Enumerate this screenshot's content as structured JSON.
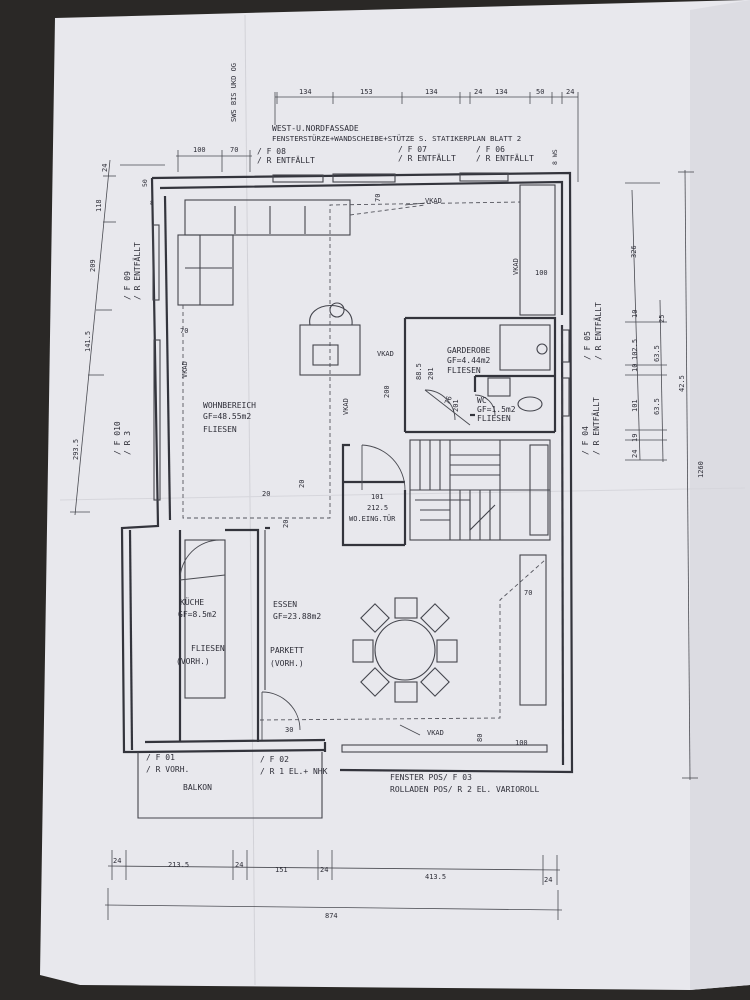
{
  "header": {
    "line1": "WEST-U.NORDFASSADE",
    "line2": "FENSTERSTÜRZE+WANDSCHEIBE+STÜTZE S. STATIKERPLAN BLATT 2"
  },
  "rotated_note": "SWS BIS UKD OG",
  "window_marks": {
    "f08": "/ F 08",
    "f08_sub": "/ R ENTFÄLLT",
    "f07": "/ F 07",
    "f07_sub": "/ R ENTFÄLLT",
    "f06": "/ F 06",
    "f06_sub": "/ R ENTFÄLLT",
    "f09": "/ F 09",
    "f09_sub": "/ R ENTFÄLLT",
    "f010": "/ F 010",
    "f010_sub": "/ R 3",
    "f05": "/ F 05",
    "f05_sub": "/ R ENTFÄLLT",
    "f04": "/ F 04",
    "f04_sub": "/ R ENTFÄLLT",
    "f01": "/ F 01",
    "f01_sub": "/ R VORH.",
    "f02": "/ F 02",
    "f02_sub": "/ R 1 EL.+ NHK"
  },
  "rooms": {
    "wohnbereich": {
      "name": "WOHNBEREICH",
      "area": "GF=48.55m2",
      "floor": "FLIESEN"
    },
    "garderobe": {
      "name": "GARDEROBE",
      "area": "GF=4.44m2",
      "floor": "FLIESEN"
    },
    "wc": {
      "name": "WC",
      "area": "GF=1.5m2",
      "floor": "FLIESEN"
    },
    "kueche": {
      "name": "KÜCHE",
      "area": "GF=8.5m2",
      "floor": "FLIESEN",
      "note": "(VORH.)"
    },
    "essen": {
      "name": "ESSEN",
      "area": "GF=23.88m2",
      "floor": "PARKETT",
      "note": "(VORH.)"
    },
    "balkon": {
      "name": "BALKON"
    }
  },
  "entrance_label": "WO.EING.TÜR",
  "vkad": "VKAD",
  "bottom_notes": {
    "line1": "FENSTER POS/ F 03",
    "line2": "ROLLADEN POS/ R 2 EL. VARIOROLL"
  },
  "dims": {
    "top": [
      "134",
      "153",
      "134",
      "24",
      "134",
      "50",
      "24"
    ],
    "top2": [
      "100",
      "70"
    ],
    "top_small": "8 WS",
    "left": [
      "24",
      "118",
      "209",
      "141.5",
      "293.5"
    ],
    "left_small": [
      "50",
      "8"
    ],
    "right_outer": "1260",
    "right_326": "326",
    "right_col1": [
      "101",
      "63.5",
      "63.5",
      "102.5"
    ],
    "right_col1_small": [
      "19",
      "10",
      "10"
    ],
    "right_col2": [
      "24",
      "42.5",
      "25"
    ],
    "bottom": [
      "24",
      "213.5",
      "24",
      "151",
      "24",
      "413.5",
      "24"
    ],
    "bottom_total": "874",
    "inner": {
      "d70a": "70",
      "d70b": "70",
      "d70c": "70",
      "d100a": "100",
      "d100b": "100",
      "d200": "200",
      "d88": "88.5",
      "d201a": "201",
      "d201b": "201",
      "d76": "76",
      "d101": "101",
      "d212": "212.5",
      "d20a": "20",
      "d20b": "20",
      "d20c": "20",
      "d30": "30",
      "d80": "80"
    }
  },
  "colors": {
    "paper": "#e9e9ee",
    "ink": "#33343c",
    "background": "#2a2826"
  }
}
